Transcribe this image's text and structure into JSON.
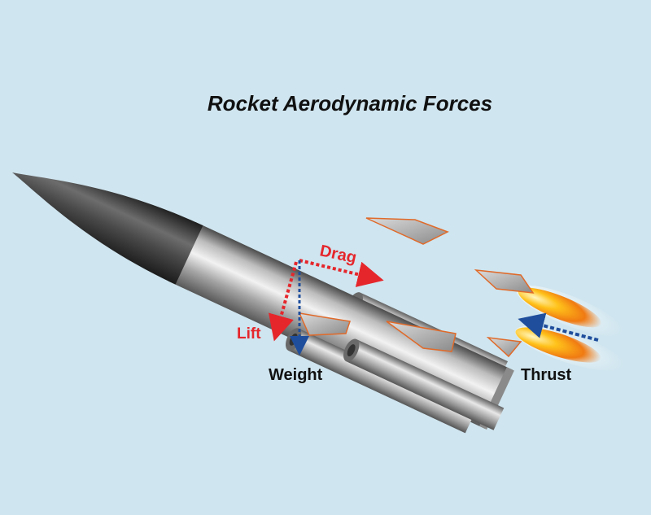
{
  "title": "Rocket Aerodynamic Forces",
  "forces": {
    "drag": "Drag",
    "lift": "Lift",
    "weight": "Weight",
    "thrust": "Thrust"
  },
  "colors": {
    "background": "#cfe5ef",
    "red_force": "#e5262b",
    "blue_force": "#1f4e9c",
    "fin_edge": "#e06a2a"
  }
}
